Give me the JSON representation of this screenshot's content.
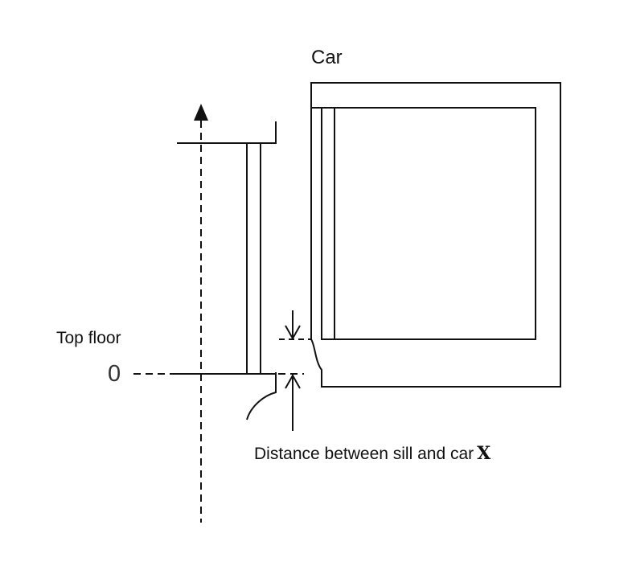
{
  "labels": {
    "car": "Car",
    "top_floor": "Top floor",
    "zero": "0",
    "distance": "Distance between sill and car",
    "distance_symbol": "X"
  }
}
